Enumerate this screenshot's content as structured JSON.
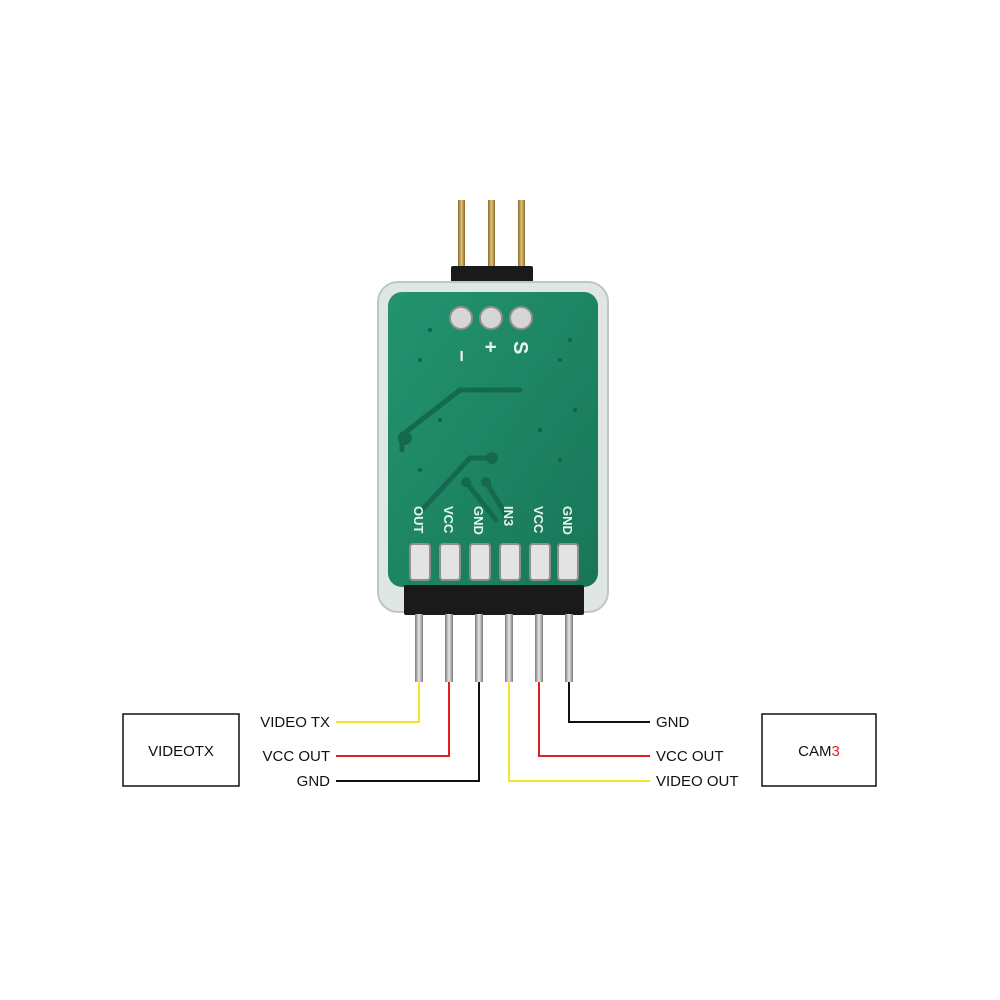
{
  "board": {
    "top_pin_labels": [
      "−",
      "+",
      "S"
    ],
    "bottom_pin_labels": [
      "OUT",
      "VCC",
      "GND",
      "IN3",
      "VCC",
      "GND"
    ]
  },
  "left_device": {
    "name": "VIDEOTX",
    "connections": [
      "VIDEO TX",
      "VCC OUT",
      "GND"
    ]
  },
  "right_device": {
    "name_prefix": "CAM",
    "name_suffix": "3",
    "connections": [
      "GND",
      "VCC OUT",
      "VIDEO OUT"
    ]
  },
  "colors": {
    "video_wire": "#f5e52a",
    "vcc_wire": "#e02020",
    "gnd_wire": "#111111",
    "cam_number": "#e02020",
    "pcb": "#1f8a67"
  }
}
